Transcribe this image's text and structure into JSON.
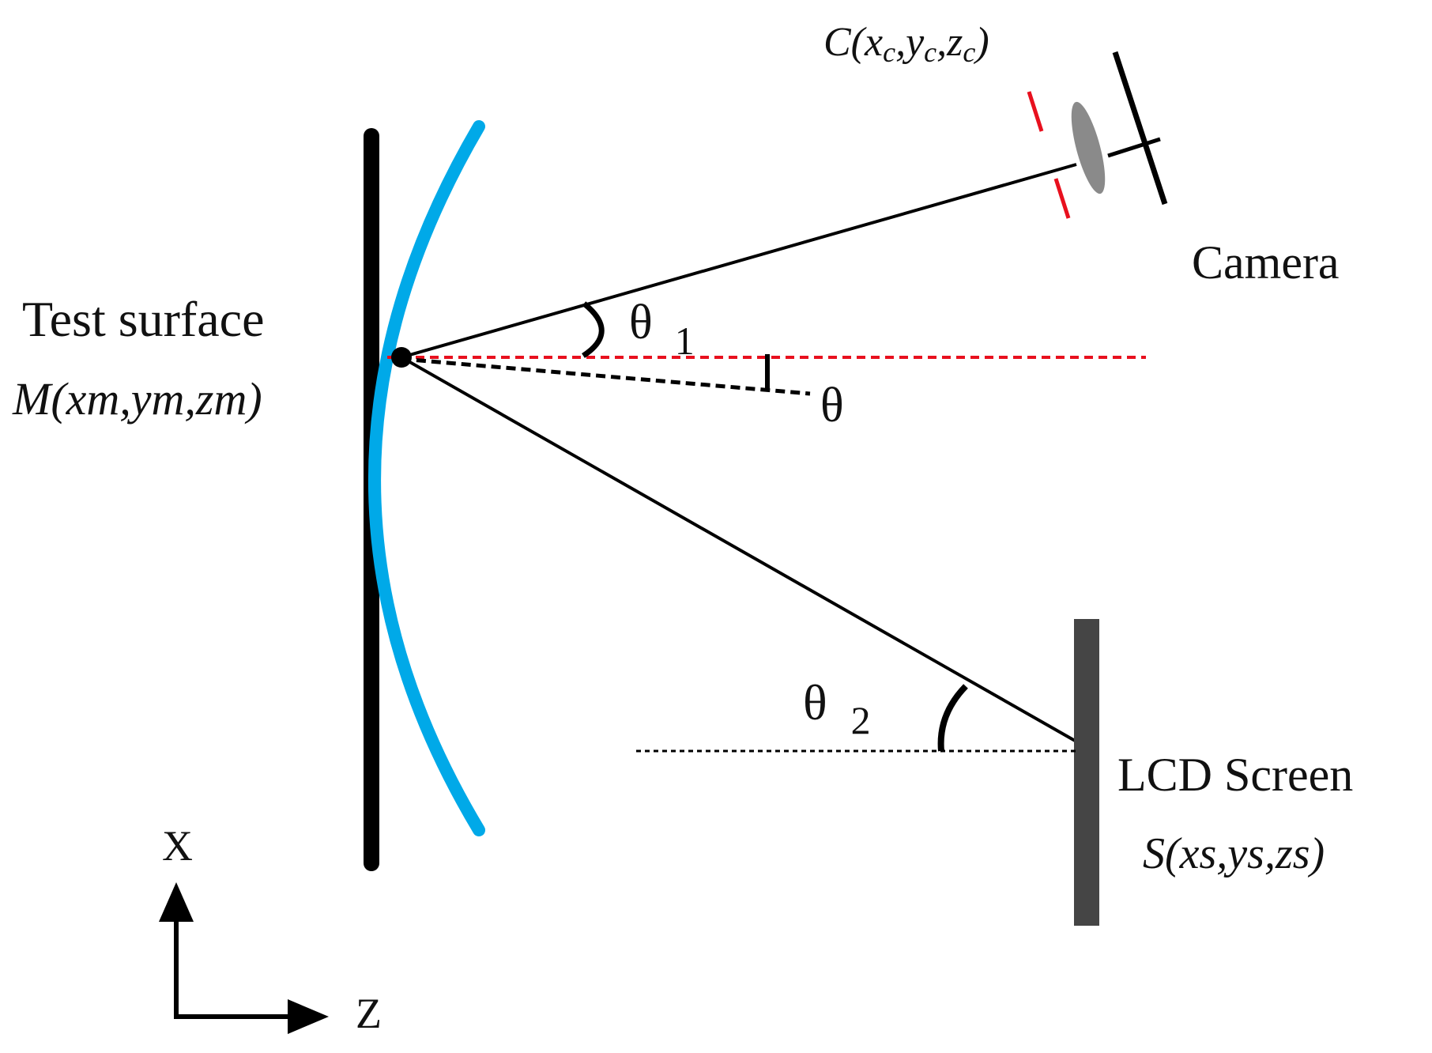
{
  "labels": {
    "camera_coord": {
      "main": "C(x",
      "sub1": "c",
      "mid1": ",y",
      "sub2": "c",
      "mid2": ",z",
      "sub3": "c",
      "close": ")"
    },
    "camera": "Camera",
    "test_surface": "Test surface",
    "test_surface_coord": "M(xm,ym,zm)",
    "theta": "θ",
    "theta1": {
      "symbol": "θ",
      "sub": "1"
    },
    "theta2": {
      "symbol": "θ",
      "sub": "2"
    },
    "lcd_screen": "LCD Screen",
    "lcd_coord": "S(xs,ys,zs)",
    "axis_x": "X",
    "axis_z": "Z"
  },
  "colors": {
    "ink": "#000000",
    "surface_curve": "#00a9e8",
    "normal_line": "#e8101e",
    "lens": "#8a8a8a",
    "lcd_screen": "#454545"
  }
}
